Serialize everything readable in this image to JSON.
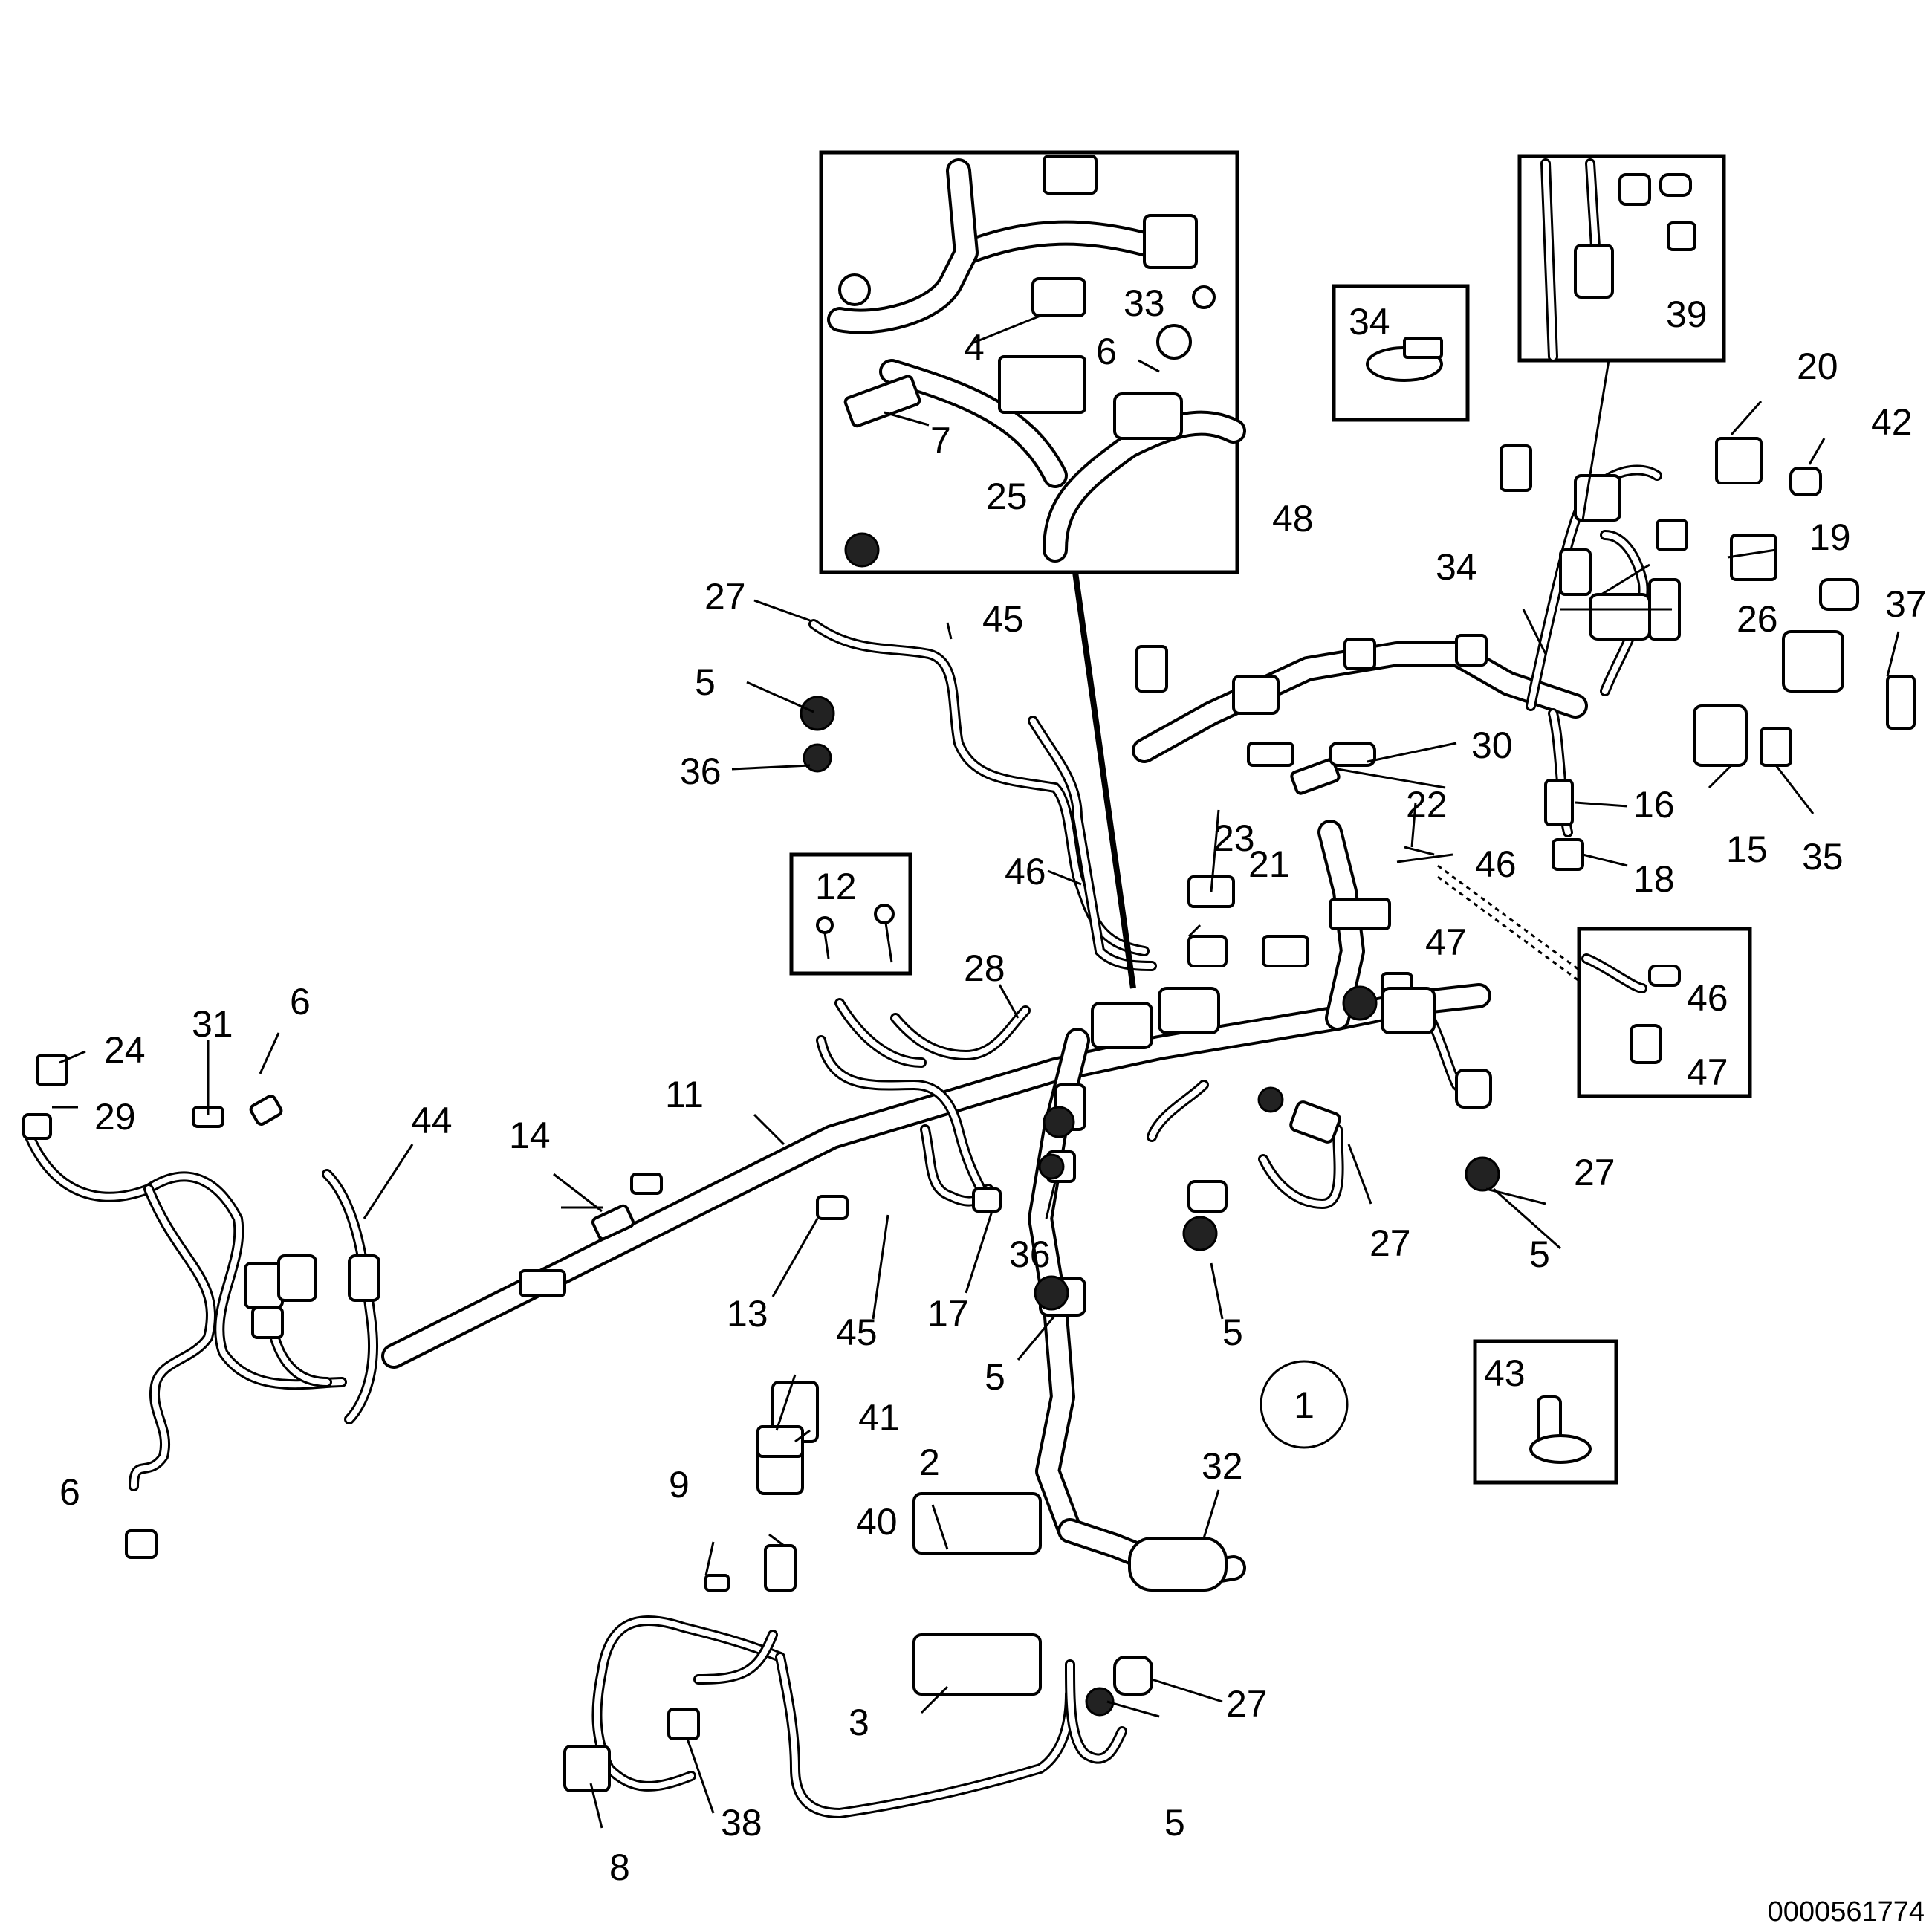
{
  "document_number": "0000561774",
  "assembly_callout": "1",
  "callouts": [
    "2",
    "3",
    "4",
    "5",
    "6",
    "7",
    "8",
    "9",
    "11",
    "12",
    "13",
    "14",
    "15",
    "16",
    "17",
    "18",
    "19",
    "20",
    "21",
    "22",
    "23",
    "24",
    "25",
    "26",
    "27",
    "28",
    "29",
    "30",
    "31",
    "32",
    "33",
    "34",
    "35",
    "36",
    "37",
    "38",
    "39",
    "40",
    "41",
    "42",
    "43",
    "44",
    "45",
    "46",
    "47",
    "48"
  ]
}
